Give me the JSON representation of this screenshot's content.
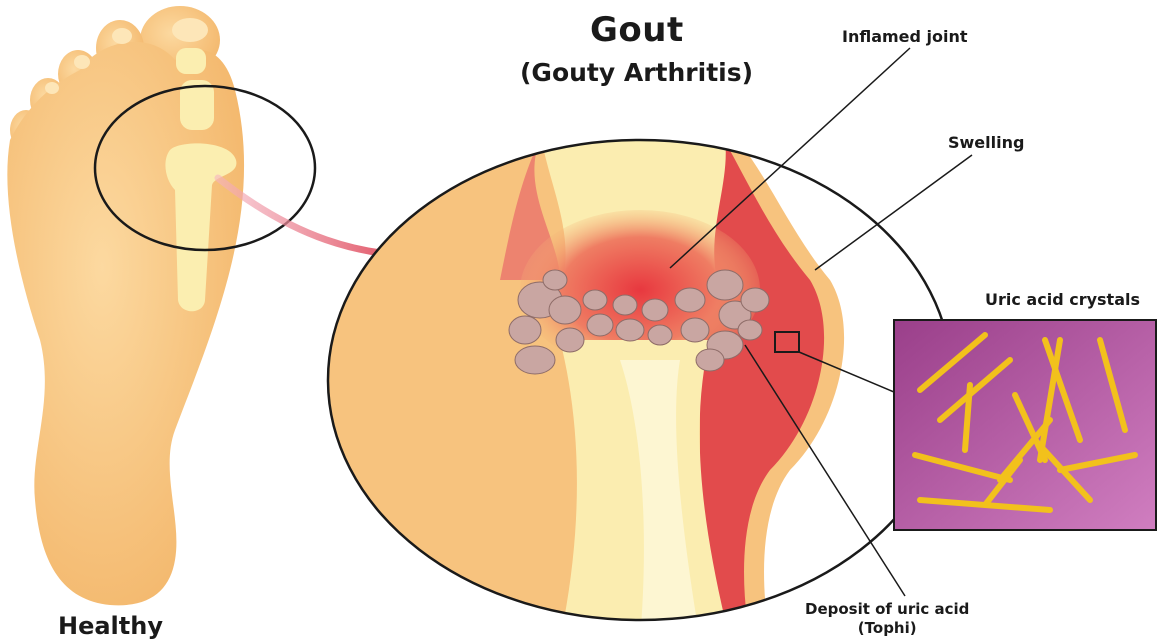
{
  "title": "Gout",
  "subtitle": "(Gouty Arthritis)",
  "labels": {
    "inflamed_joint": "Inflamed joint",
    "swelling": "Swelling",
    "uric_acid_crystals": "Uric acid crystals",
    "deposit_line1": "Deposit of uric acid",
    "deposit_line2": "(Tophi)",
    "healthy": "Healthy"
  },
  "colors": {
    "skin": "#f6c27c",
    "skin_light": "#fbd9a0",
    "bone": "#fbeeb0",
    "inflammation": "#e0484a",
    "crystal_bg": "#a64b94",
    "crystal": "#f2c11c",
    "tophi": "#c7a4a0",
    "arrow": "#d8283c"
  },
  "icons": [
    "arrow-icon"
  ]
}
